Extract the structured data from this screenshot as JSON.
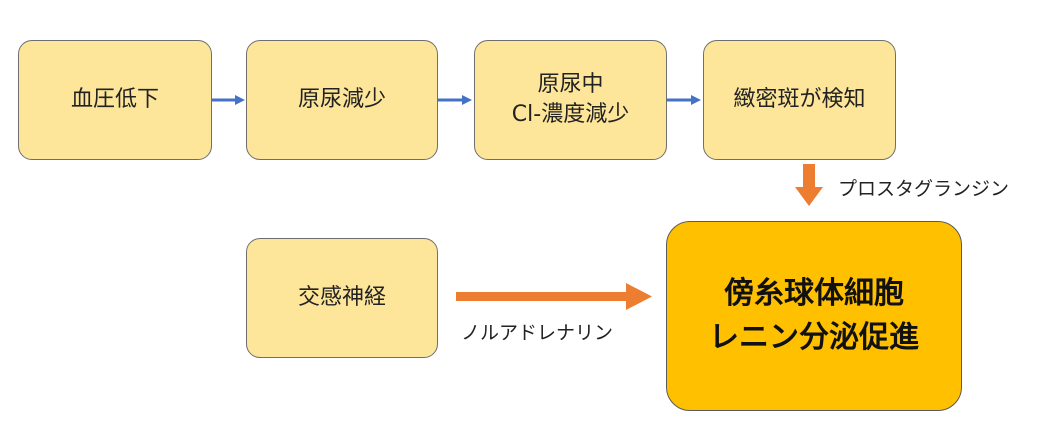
{
  "boxes": {
    "blood_pressure_drop": "血圧低下",
    "urine_decrease": "原尿減少",
    "cl_line1": "原尿中",
    "cl_line2": "Cl-濃度減少",
    "macula_densa": "緻密斑が検知",
    "sympathetic": "交感神経",
    "main_line1": "傍糸球体細胞",
    "main_line2": "レニン分泌促進"
  },
  "labels": {
    "prostaglandin": "プロスタグランジン",
    "noradrenaline": "ノルアドレナリン"
  },
  "colors": {
    "box_fill": "#fde59a",
    "main_fill": "#ffc000",
    "blue_arrow": "#4472c4",
    "orange_arrow": "#ed7d31"
  }
}
